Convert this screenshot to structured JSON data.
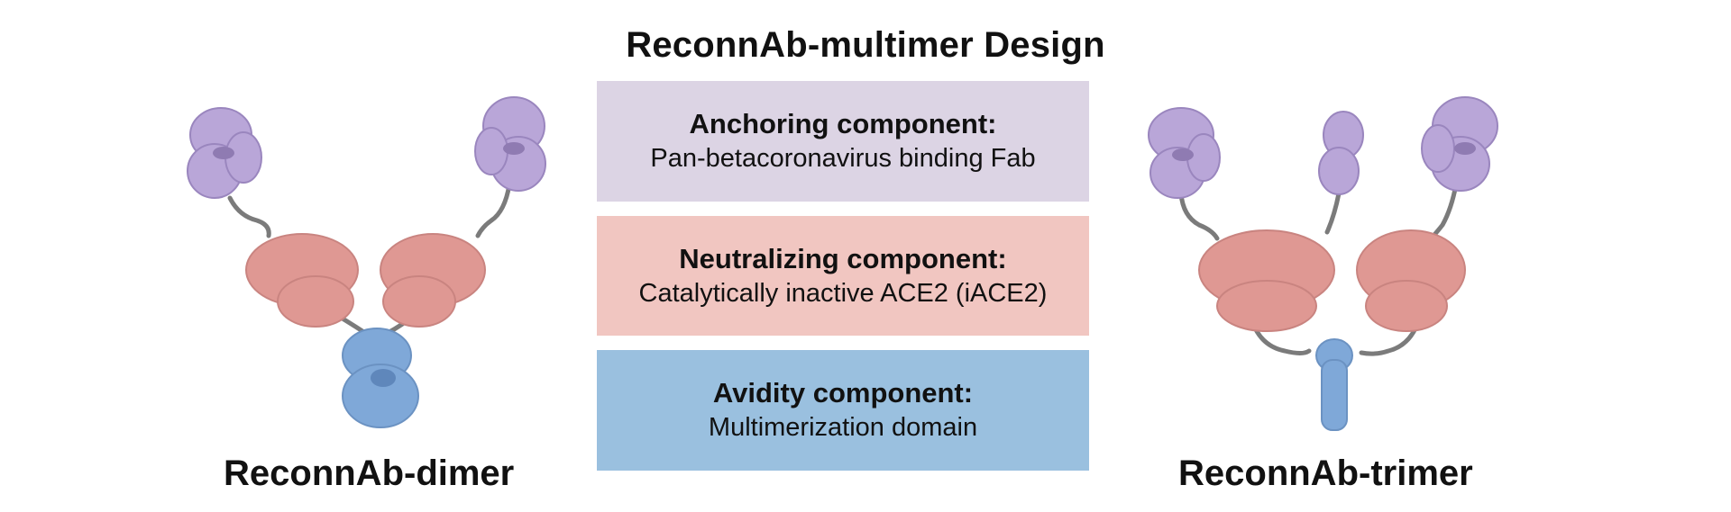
{
  "title": "ReconnAb-multimer Design",
  "components": [
    {
      "heading": "Anchoring component:",
      "description": "Pan-betacoronavirus binding Fab"
    },
    {
      "heading": "Neutralizing component:",
      "description": "Catalytically inactive ACE2 (iACE2)"
    },
    {
      "heading": "Avidity component:",
      "description": "Multimerization domain"
    }
  ],
  "structures": {
    "dimer_label": "ReconnAb-dimer",
    "trimer_label": "ReconnAb-trimer"
  },
  "colors": {
    "anchoring": "#dcd4e4",
    "neutralizing": "#f1c6c1",
    "avidity": "#9ac0df",
    "fab_protein": "#b9a6d8",
    "ace2_protein": "#df9893",
    "multimer_protein": "#7fa8d8",
    "linker": "#7b7b7b"
  }
}
